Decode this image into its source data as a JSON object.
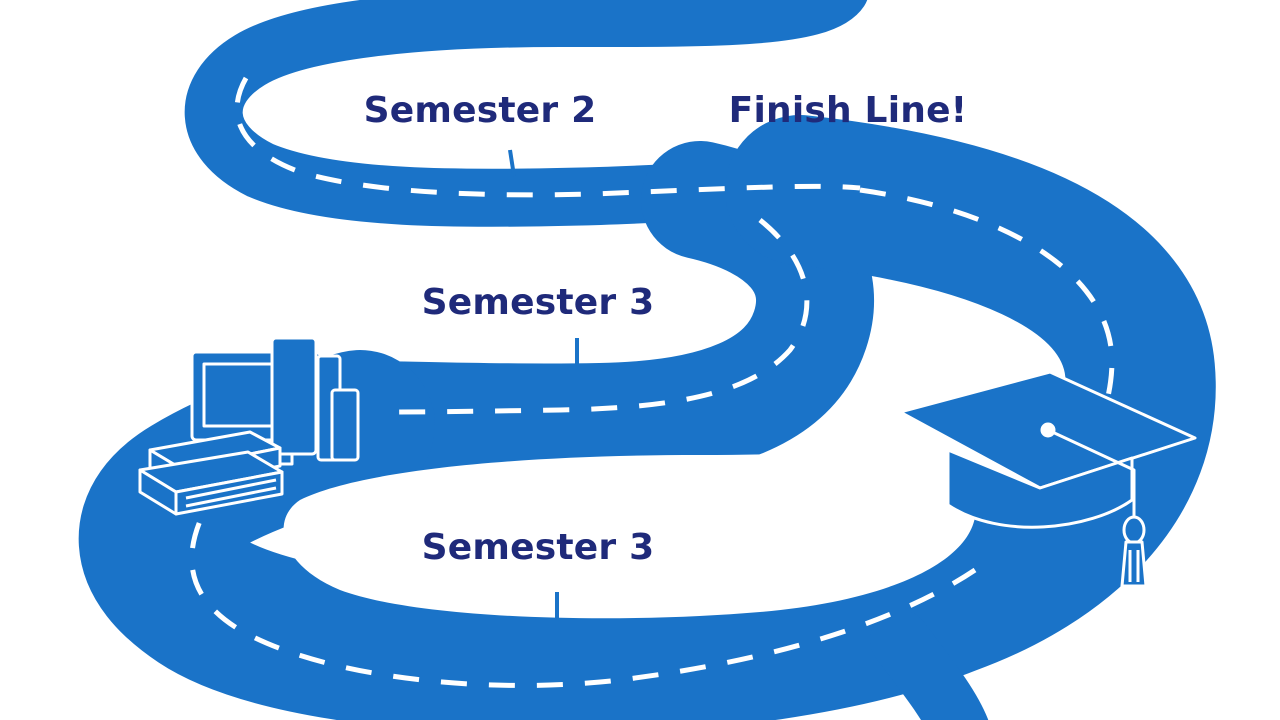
{
  "colors": {
    "road": "#1a73c8",
    "label": "#1f2a7a",
    "background": "#ffffff",
    "lane_marking": "#ffffff"
  },
  "labels": {
    "semester_2": "Semester 2",
    "finish_line": "Finish Line!",
    "semester_3_upper": "Semester 3",
    "semester_3_lower": "Semester 3"
  },
  "icons": [
    "books-and-monitor-icon",
    "graduation-cap-icon"
  ]
}
